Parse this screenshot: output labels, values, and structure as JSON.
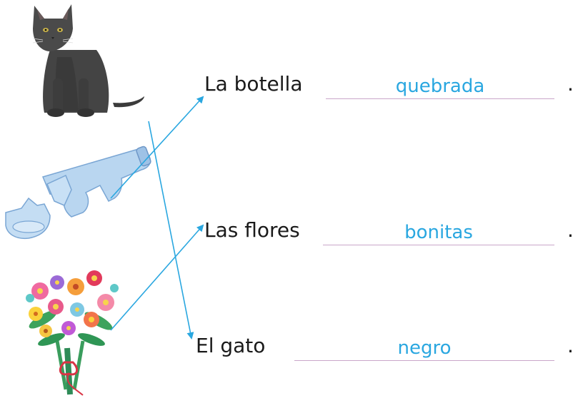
{
  "exercise": {
    "rows": [
      {
        "lead": "La botella",
        "answer": "quebrada",
        "period": "."
      },
      {
        "lead": "Las flores",
        "answer": "bonitas",
        "period": "."
      },
      {
        "lead": "El gato",
        "answer": "negro",
        "period": "."
      }
    ]
  },
  "pictures": {
    "cat": "cat-illustration",
    "bottle": "broken-bottle-illustration",
    "flowers": "flower-bouquet-illustration"
  },
  "colors": {
    "answer_text": "#2aa7e0",
    "connector_line": "#2aa7e0",
    "blank_line": "#c9a6c9"
  }
}
